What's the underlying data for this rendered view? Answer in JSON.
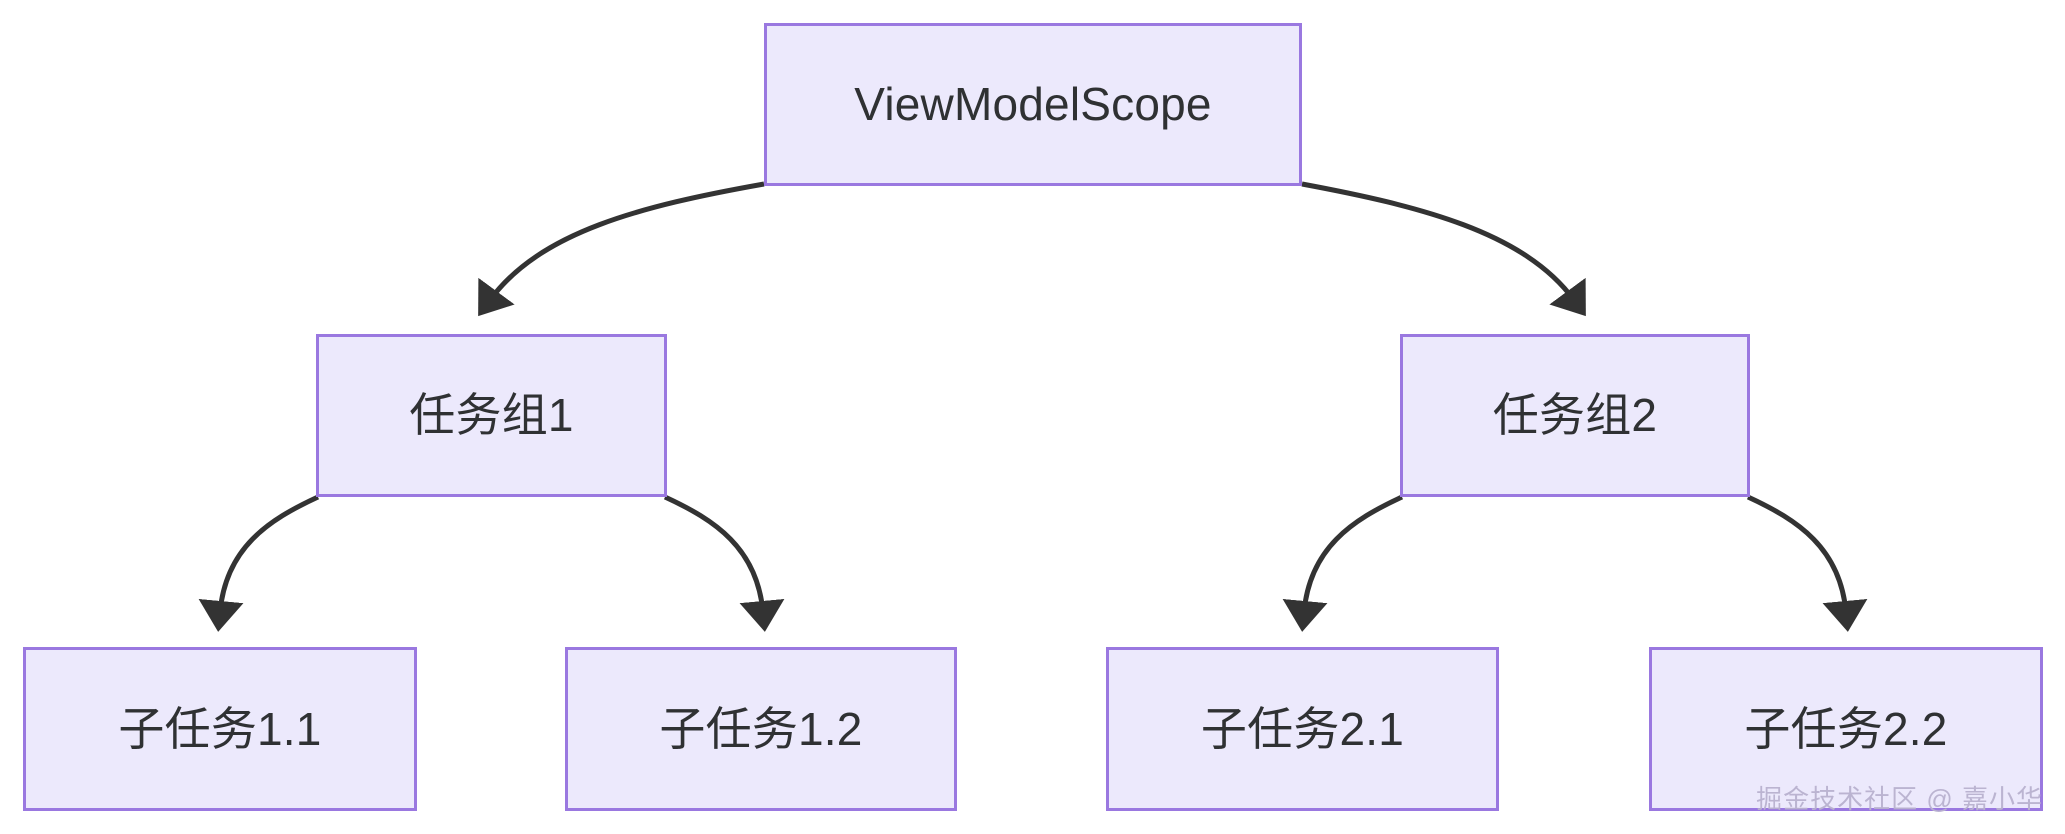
{
  "diagram": {
    "type": "flowchart-tree",
    "title_node": "ViewModelScope",
    "colors": {
      "node_fill": "#ece9fc",
      "node_border": "#9a78e0",
      "node_text": "#2f3133",
      "edge": "#333333",
      "background": "#ffffff",
      "watermark_text": "#b9b2cf"
    },
    "nodes": [
      {
        "id": "root",
        "label": "ViewModelScope",
        "level": 0
      },
      {
        "id": "g1",
        "label": "任务组1",
        "level": 1
      },
      {
        "id": "g2",
        "label": "任务组2",
        "level": 1
      },
      {
        "id": "s11",
        "label": "子任务1.1",
        "level": 2
      },
      {
        "id": "s12",
        "label": "子任务1.2",
        "level": 2
      },
      {
        "id": "s21",
        "label": "子任务2.1",
        "level": 2
      },
      {
        "id": "s22",
        "label": "子任务2.2",
        "level": 2
      }
    ],
    "edges": [
      {
        "from": "root",
        "to": "g1",
        "arrow": "end"
      },
      {
        "from": "root",
        "to": "g2",
        "arrow": "end"
      },
      {
        "from": "g1",
        "to": "s11",
        "arrow": "end"
      },
      {
        "from": "g1",
        "to": "s12",
        "arrow": "end"
      },
      {
        "from": "g2",
        "to": "s21",
        "arrow": "end"
      },
      {
        "from": "g2",
        "to": "s22",
        "arrow": "end"
      }
    ]
  },
  "watermark": {
    "text": "掘金技术社区 @ 嘉小华"
  }
}
